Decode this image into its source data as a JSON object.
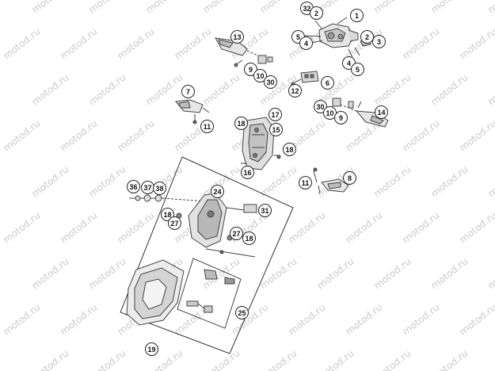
{
  "watermark": {
    "text": "motod.ru",
    "color": "#c9c9c9"
  },
  "diagram": {
    "line_color": "#444444",
    "part_fill": "#e6e6e6",
    "part_dark": "#9a9a9a"
  },
  "callouts": [
    {
      "id": "c32",
      "label": "32"
    },
    {
      "id": "c2a",
      "label": "2"
    },
    {
      "id": "c1",
      "label": "1"
    },
    {
      "id": "c13",
      "label": "13"
    },
    {
      "id": "c5a",
      "label": "5"
    },
    {
      "id": "c4a",
      "label": "4"
    },
    {
      "id": "c3",
      "label": "3"
    },
    {
      "id": "c2b",
      "label": "2"
    },
    {
      "id": "c9a",
      "label": "9"
    },
    {
      "id": "c10a",
      "label": "10"
    },
    {
      "id": "c30a",
      "label": "30"
    },
    {
      "id": "c4b",
      "label": "4"
    },
    {
      "id": "c5b",
      "label": "5"
    },
    {
      "id": "c6",
      "label": "6"
    },
    {
      "id": "c12",
      "label": "12"
    },
    {
      "id": "c7",
      "label": "7"
    },
    {
      "id": "c30b",
      "label": "30"
    },
    {
      "id": "c14",
      "label": "14"
    },
    {
      "id": "c10b",
      "label": "10"
    },
    {
      "id": "c9b",
      "label": "9"
    },
    {
      "id": "c17",
      "label": "17"
    },
    {
      "id": "c18a",
      "label": "18"
    },
    {
      "id": "c15",
      "label": "15"
    },
    {
      "id": "c11a",
      "label": "11"
    },
    {
      "id": "c18b",
      "label": "18"
    },
    {
      "id": "c16",
      "label": "16"
    },
    {
      "id": "c8",
      "label": "8"
    },
    {
      "id": "c11b",
      "label": "11"
    },
    {
      "id": "c36",
      "label": "36"
    },
    {
      "id": "c37",
      "label": "37"
    },
    {
      "id": "c38",
      "label": "38"
    },
    {
      "id": "c24",
      "label": "24"
    },
    {
      "id": "c31",
      "label": "31"
    },
    {
      "id": "c18c",
      "label": "18"
    },
    {
      "id": "c27a",
      "label": "27"
    },
    {
      "id": "c27b",
      "label": "27"
    },
    {
      "id": "c18d",
      "label": "18"
    },
    {
      "id": "c25",
      "label": "25"
    },
    {
      "id": "c19",
      "label": "19"
    }
  ]
}
